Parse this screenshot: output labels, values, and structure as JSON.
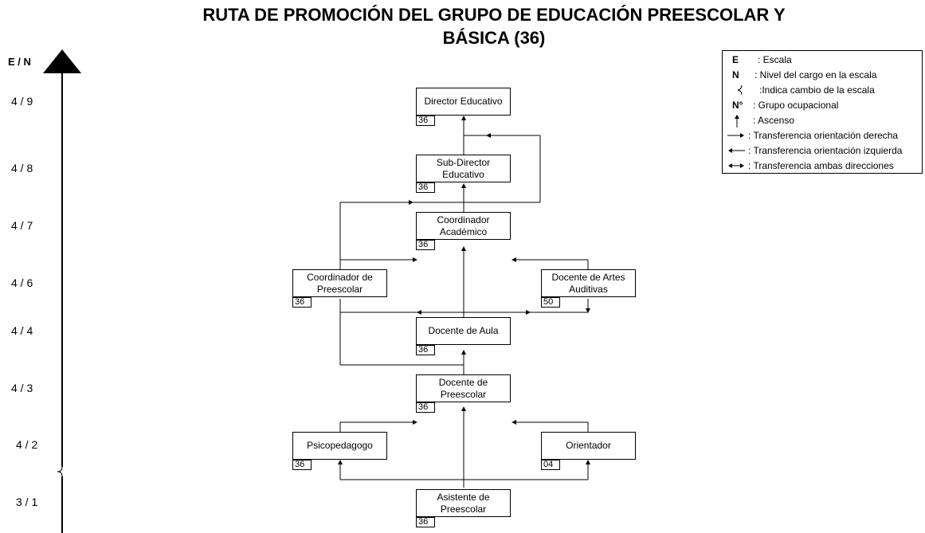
{
  "title_line1": "RUTA DE PROMOCIÓN DEL GRUPO DE EDUCACIÓN PREESCOLAR Y",
  "title_line2": "BÁSICA (36)",
  "axis_label": "E / N",
  "levels": [
    "4 / 9",
    "4 / 8",
    "4 / 7",
    "4 / 6",
    "4 / 4",
    "4 / 3",
    "4 / 2",
    "3 / 1"
  ],
  "nodes": {
    "director": {
      "label": "Director Educativo",
      "code": "36"
    },
    "subdirector": {
      "label": "Sub-Director\nEducativo",
      "code": "36"
    },
    "coord_academico": {
      "label": "Coordinador\nAcadémico",
      "code": "36"
    },
    "coord_preescolar": {
      "label": "Coordinador de\nPreescolar",
      "code": "36"
    },
    "docente_artes": {
      "label": "Docente de Artes\nAuditivas",
      "code": "50"
    },
    "docente_aula": {
      "label": "Docente de Aula",
      "code": "36"
    },
    "docente_preescolar": {
      "label": "Docente de\nPreescolar",
      "code": "36"
    },
    "psicopedagogo": {
      "label": "Psicopedagogo",
      "code": "36"
    },
    "orientador": {
      "label": "Orientador",
      "code": "04"
    },
    "asistente": {
      "label": "Asistente de\nPreescolar",
      "code": "36"
    }
  },
  "legend": [
    {
      "symbol": "E",
      "text": ": Escala"
    },
    {
      "symbol": "N",
      "text": ": Nivel del cargo en la escala"
    },
    {
      "symbol": "scale-change-icon",
      "text": ":Indica cambio de la escala"
    },
    {
      "symbol": "N°",
      "text": ": Grupo ocupacional"
    },
    {
      "symbol": "arrow-up-icon",
      "text": ": Ascenso"
    },
    {
      "symbol": "arrow-right-icon",
      "text": ": Transferencia orientación derecha"
    },
    {
      "symbol": "arrow-left-icon",
      "text": ": Transferencia orientación izquierda"
    },
    {
      "symbol": "arrow-both-icon",
      "text": ": Transferencia ambas direcciones"
    }
  ]
}
